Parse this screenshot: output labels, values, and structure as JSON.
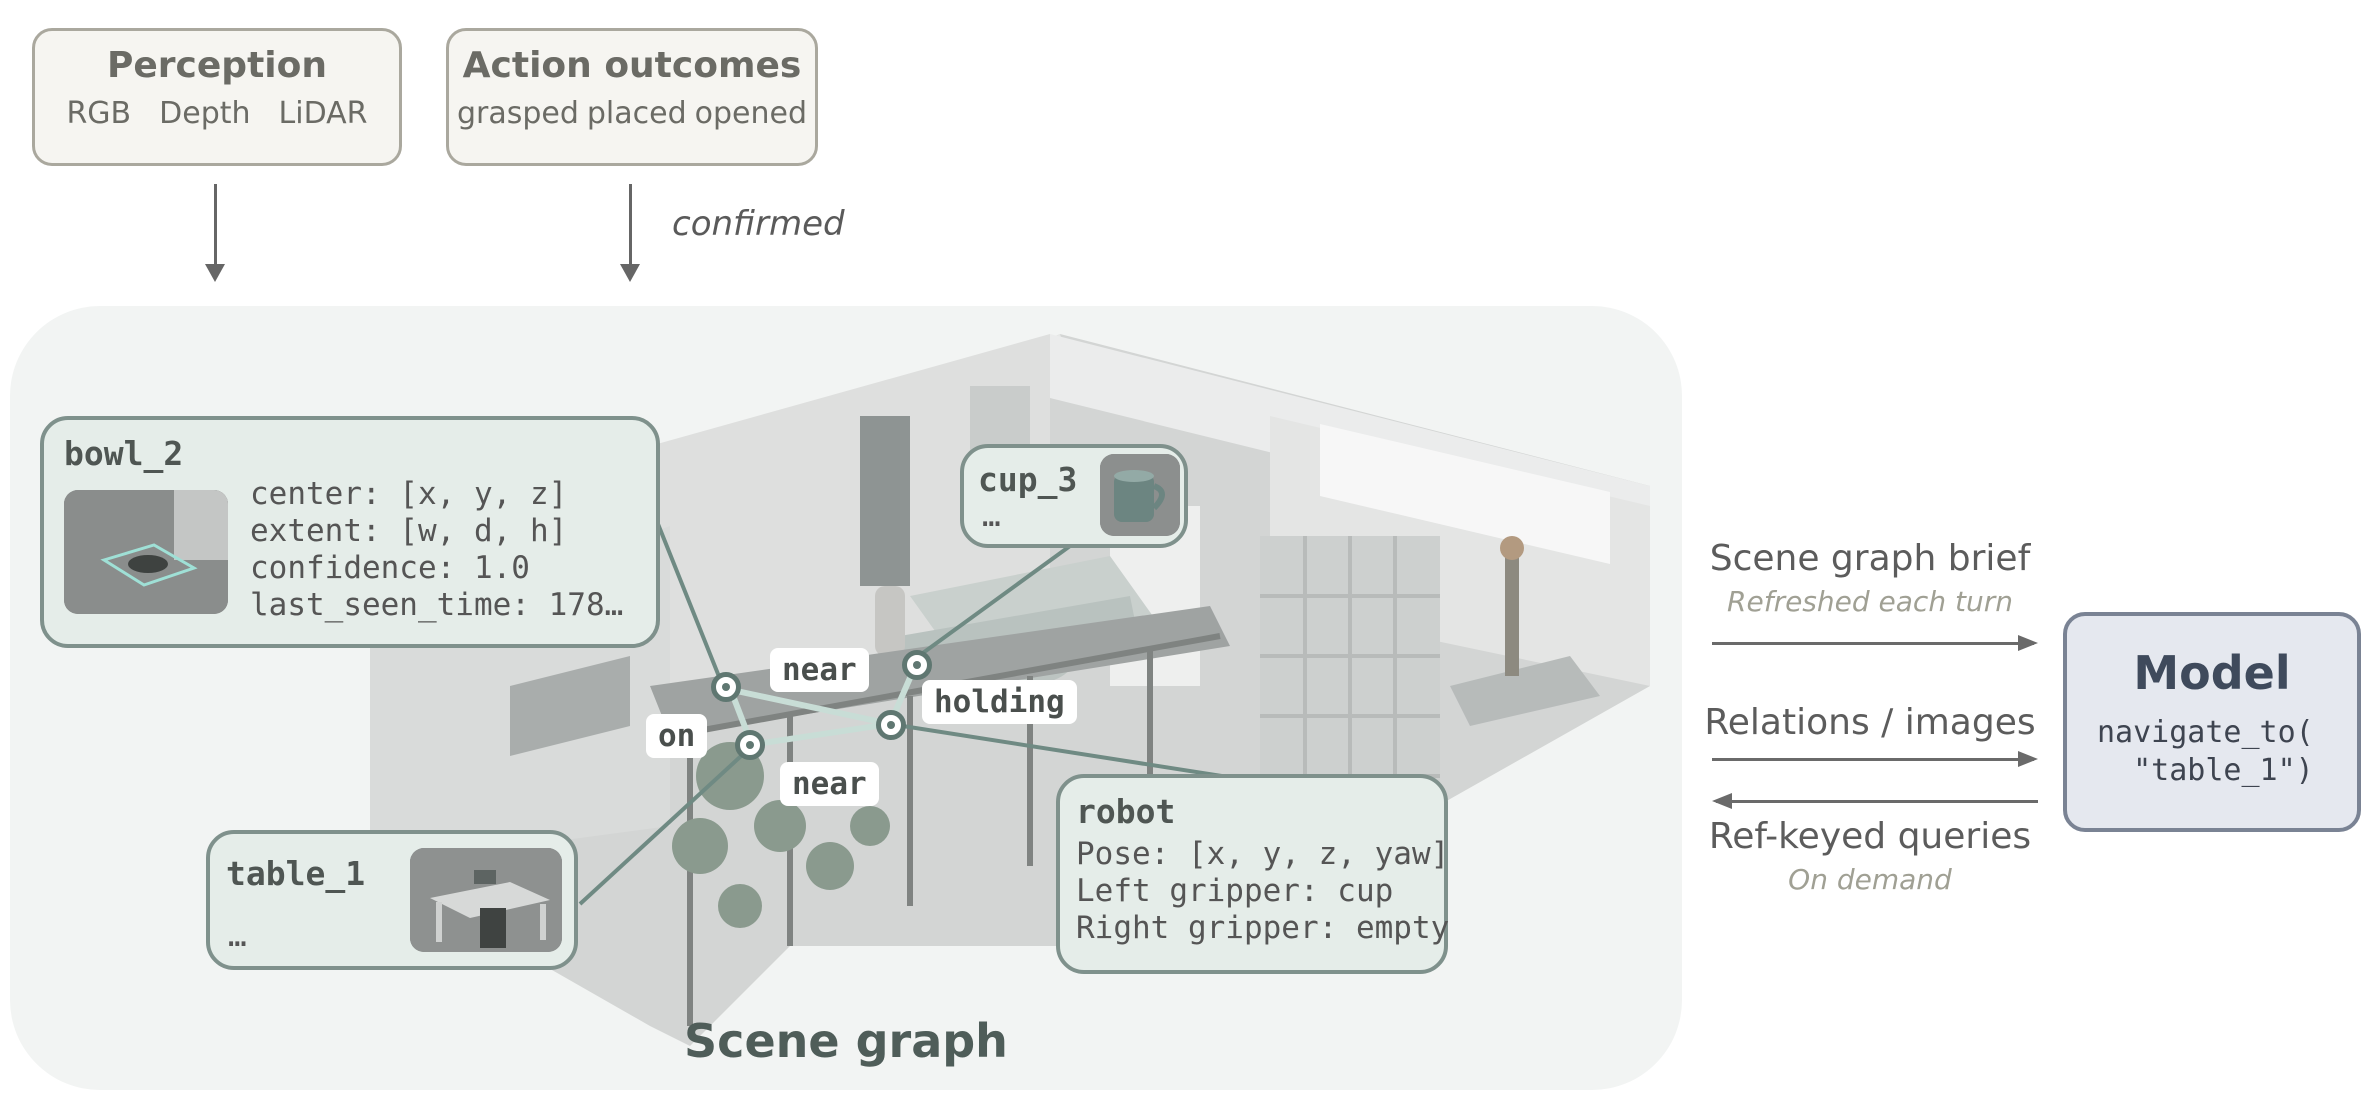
{
  "perception": {
    "title": "Perception",
    "items": [
      "RGB",
      "Depth",
      "LiDAR"
    ]
  },
  "action_outcomes": {
    "title": "Action outcomes",
    "items": [
      "grasped",
      "placed",
      "opened"
    ],
    "arrow_note": "confirmed"
  },
  "scene_graph": {
    "title": "Scene graph",
    "nodes": {
      "bowl_2": {
        "name": "bowl_2",
        "lines": [
          "center: [x, y, z]",
          "extent: [w, d, h]",
          "confidence: 1.0",
          "last_seen_time: 178…"
        ]
      },
      "cup_3": {
        "name": "cup_3",
        "lines": [
          "…"
        ]
      },
      "table_1": {
        "name": "table_1",
        "lines": [
          "…"
        ]
      },
      "robot": {
        "name": "robot",
        "lines": [
          "Pose: [x, y, z, yaw]",
          "Left gripper: cup",
          "Right gripper: empty"
        ]
      }
    },
    "relations": [
      "near",
      "holding",
      "on",
      "near"
    ]
  },
  "flows": [
    {
      "label": "Scene graph brief",
      "sub": "Refreshed each turn",
      "direction": "to-model"
    },
    {
      "label": "Relations / images",
      "sub": "",
      "direction": "to-model"
    },
    {
      "label": "Ref-keyed queries",
      "sub": "On demand",
      "direction": "from-model"
    }
  ],
  "model": {
    "title": "Model",
    "code": "navigate_to(\n  \"table_1\")"
  },
  "colors": {
    "card_fill": "#e5ede9",
    "card_border": "#7f918c",
    "model_fill": "#e5e8ef",
    "model_border": "#7a8394",
    "edge": "#6f8a83",
    "edge_light": "#c8ddd6"
  }
}
